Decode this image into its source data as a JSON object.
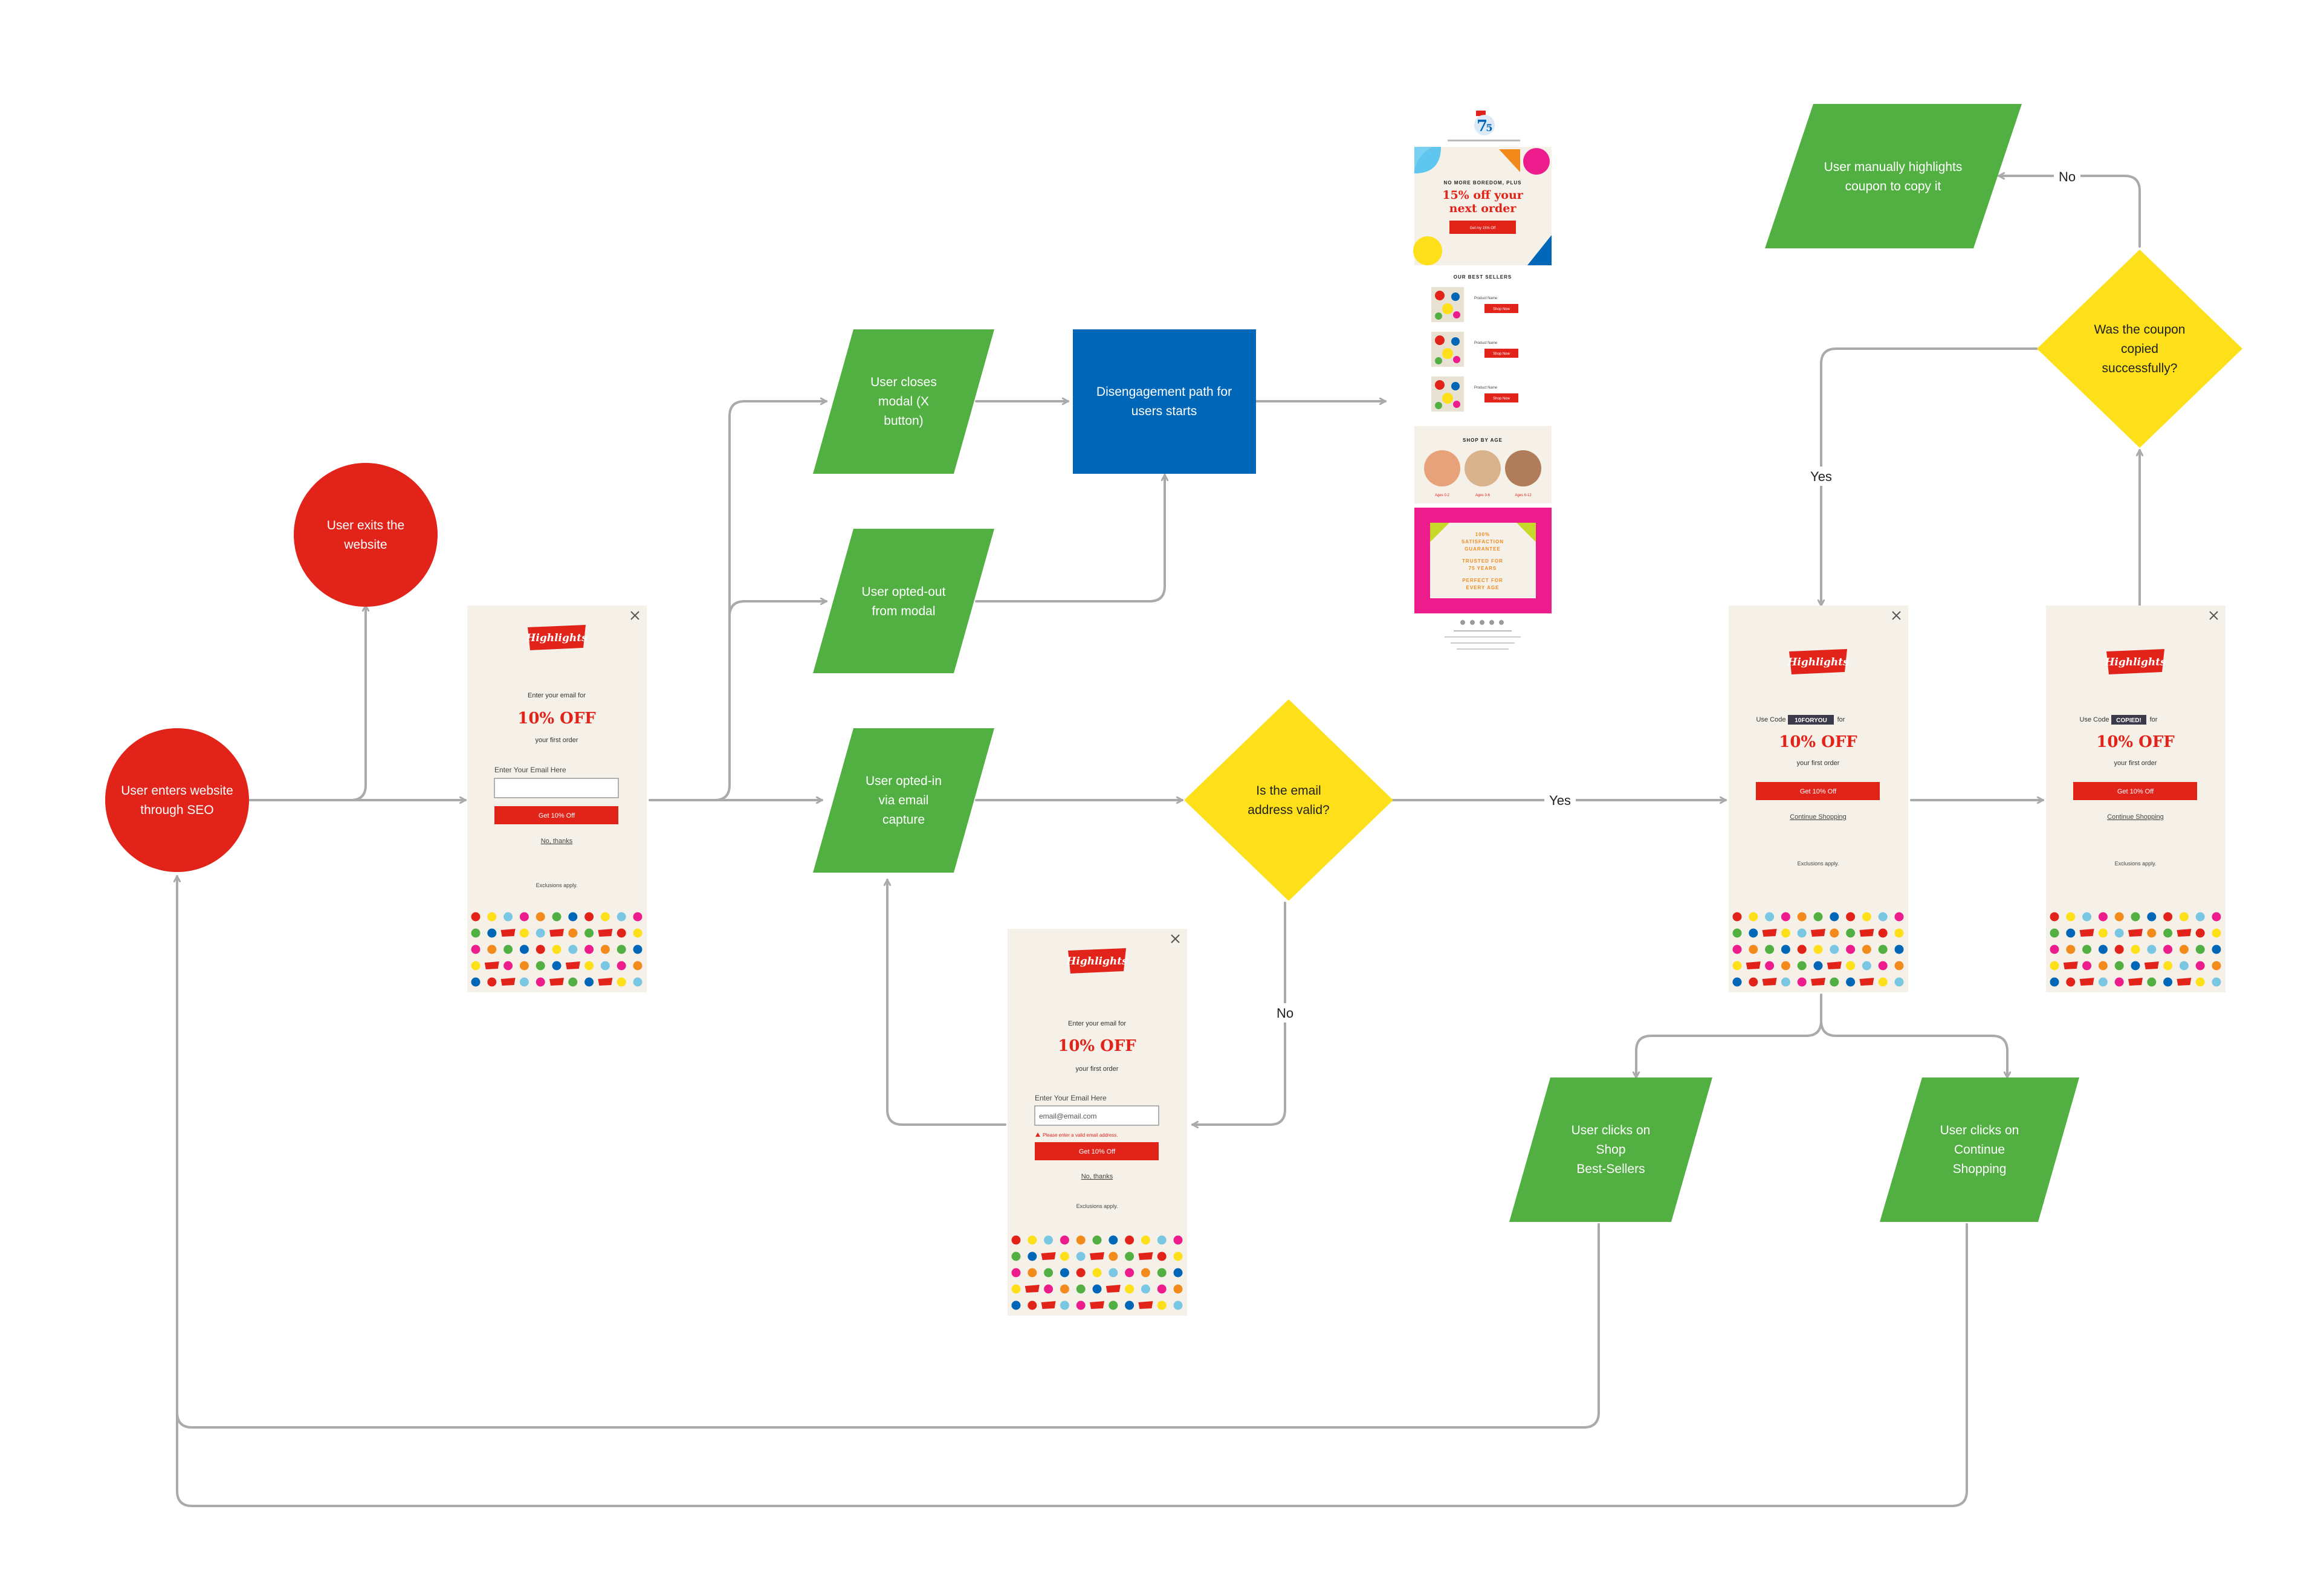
{
  "nodes": {
    "user_enters": "User enters website through SEO",
    "user_exits": "User exits the website",
    "user_closes": "User closes modal (X button)",
    "user_opted_out": "User opted-out from modal",
    "user_opted_in": "User opted-in via email capture",
    "disengagement": "Disengagement path for users starts",
    "email_valid": "Is the email address valid?",
    "coupon_copied": "Was the coupon copied successfully?",
    "manual_highlight": "User manually highlights coupon to copy it",
    "shop_best_sellers": "User clicks on Shop Best-Sellers",
    "continue_shopping": "User clicks on Continue Shopping"
  },
  "edge_labels": {
    "valid_yes": "Yes",
    "valid_no": "No",
    "copied_yes": "Yes",
    "copied_no": "No"
  },
  "modal": {
    "logo": "Highlights",
    "enter_email_for": "Enter your email for",
    "offer": "10% OFF",
    "first_order": "your first order",
    "email_label": "Enter Your Email Here",
    "cta": "Get 10% Off",
    "decline": "No, thanks",
    "exclusions": "Exclusions apply.",
    "email_value": "email@email.com",
    "error": "Please enter a valid email address.",
    "use_code": "Use Code",
    "for": "for",
    "code": "10FORYOU",
    "copied": "COPIED!",
    "continue": "Continue Shopping"
  },
  "email": {
    "pre_headline": "NO MORE BOREDOM, PLUS",
    "headline_line1": "15% off your",
    "headline_line2": "next order",
    "headline_button": "Get my 15% Off",
    "best_sellers_title": "OUR BEST SELLERS",
    "product_name": "Product Name",
    "shop_now": "Shop Now",
    "shop_by_age_title": "SHOP BY AGE",
    "age_labels": [
      "Ages 0-2",
      "Ages 3-6",
      "Ages 6-12"
    ],
    "guarantee_lines": [
      "100%",
      "SATISFACTION",
      "GUARANTEE",
      "TRUSTED FOR",
      "75 YEARS",
      "PERFECT FOR",
      "EVERY AGE"
    ]
  },
  "colors": {
    "red": "#e2231a",
    "green": "#52b043",
    "blue": "#0067b8",
    "yellow": "#fde01a",
    "connector": "#aaaaaa",
    "modal_bg": "#f5f1e8"
  }
}
